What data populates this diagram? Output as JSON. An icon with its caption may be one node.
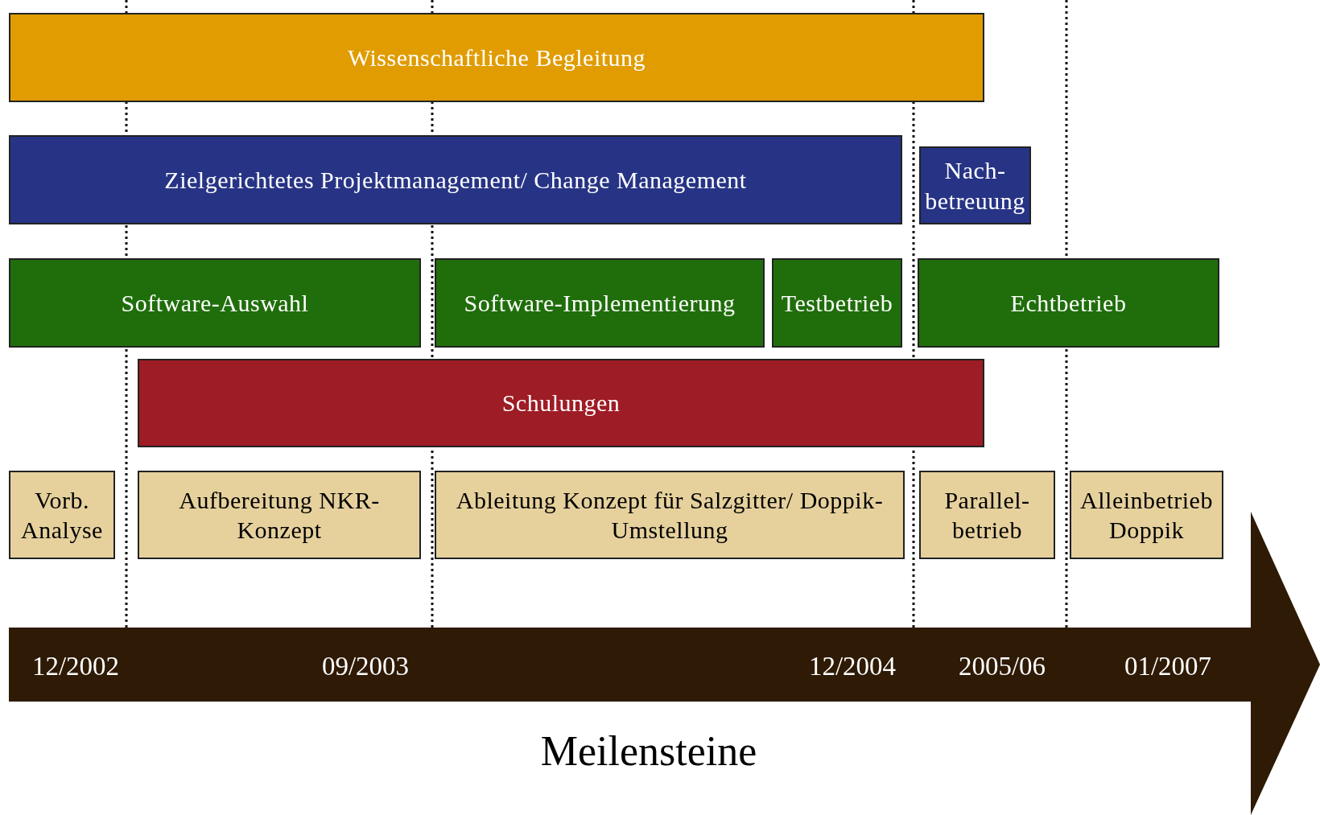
{
  "diagram": {
    "nodes": [
      {
        "text": [
          "Wissenschaftliche Begleitung"
        ]
      },
      {
        "text": [
          "Zielgerichtetes Projektmanagement/ Change Management"
        ]
      },
      {
        "text": [
          "Nach- betreuung"
        ]
      },
      {
        "text": [
          "Software-Auswahl"
        ]
      },
      {
        "text": [
          "Software-Implementierung"
        ]
      },
      {
        "text": [
          "Testbetrieb"
        ]
      },
      {
        "text": [
          "Echtbetrieb"
        ]
      },
      {
        "text": [
          "Schulungen"
        ]
      },
      {
        "text": [
          "Vorb. Analyse"
        ]
      },
      {
        "text": [
          "Aufbereitung NKR-Konzept"
        ]
      },
      {
        "text": [
          "Ableitung Konzept für Salzgitter/ Doppik-Umstellung"
        ]
      },
      {
        "text": [
          "Parallel- betrieb"
        ]
      },
      {
        "text": [
          "Alleinbetrieb Doppik"
        ]
      }
    ],
    "labels": [
      "12/2002",
      "09/2003",
      "12/2004",
      "2005/06",
      "01/2007",
      "Meilensteine"
    ]
  }
}
